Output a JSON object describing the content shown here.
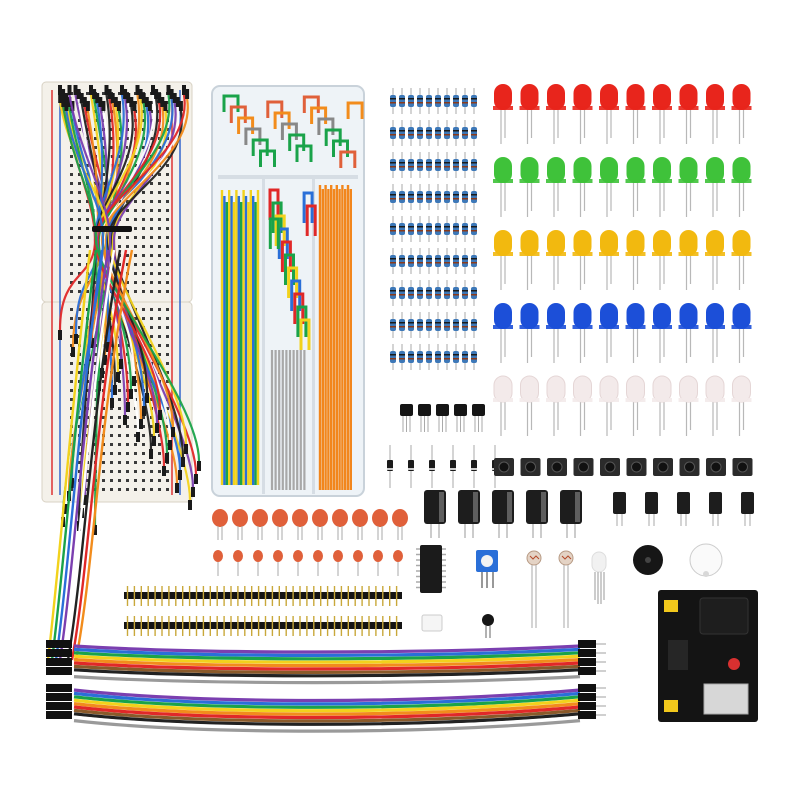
{
  "image": {
    "kind": "product-photo",
    "background": "#ffffff",
    "visible_text": []
  },
  "components": {
    "breadboard": {
      "rows": 2,
      "count": 1
    },
    "jumper_wire_box": {
      "count": 1
    },
    "resistor_grid": {
      "columns": 10,
      "rows": 9
    },
    "leds": {
      "columns": 10,
      "rows": [
        {
          "color_name": "red",
          "color": "#e8251c"
        },
        {
          "color_name": "green",
          "color": "#3fc23a"
        },
        {
          "color_name": "yellow",
          "color": "#f2b90f"
        },
        {
          "color_name": "blue",
          "color": "#1c4fd8"
        },
        {
          "color_name": "clear",
          "color": "#f3eaea"
        }
      ]
    },
    "transistors": {
      "count": 5
    },
    "diodes": {
      "count": 6
    },
    "tact_switches": {
      "count": 10
    },
    "large_capacitors": {
      "count": 5
    },
    "small_capacitors": {
      "count": 5
    },
    "ceramic_caps_large": {
      "count": 10,
      "color": "#e0603a"
    },
    "ceramic_caps_small": {
      "count": 10,
      "color": "#e0603a"
    },
    "pin_headers": {
      "count": 2,
      "pins_each": 40
    },
    "ic_chip": {
      "count": 1
    },
    "potentiometer": {
      "count": 1,
      "color": "#2a6fd8"
    },
    "photoresistors": {
      "count": 2
    },
    "rgb_led": {
      "count": 1
    },
    "buzzers": {
      "count": 2
    },
    "thermistor": {
      "count": 1
    },
    "power_module": {
      "count": 1
    },
    "ribbon_cables": {
      "count": 2,
      "colors": [
        "#7b3fb0",
        "#2a6fd8",
        "#1aa34a",
        "#f2d21c",
        "#f28c1c",
        "#e02828",
        "#8a5a2a",
        "#222222",
        "#ffffff",
        "#9a9a9a"
      ]
    }
  },
  "colors": {
    "wire_palette": [
      "#e02828",
      "#f28c1c",
      "#f2d21c",
      "#1aa34a",
      "#2a6fd8",
      "#7b3fb0",
      "#ffffff",
      "#222222"
    ],
    "resistor_body": "#3d78b8",
    "breadboard_body": "#f4f1ea"
  }
}
